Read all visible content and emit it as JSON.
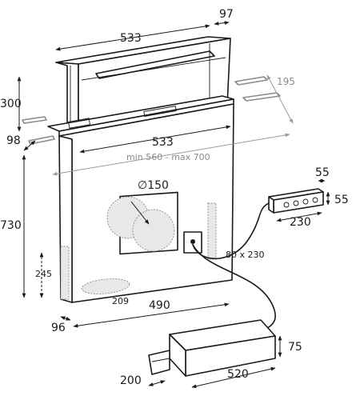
{
  "dimensions": {
    "top_width": "533",
    "top_depth": "97",
    "height_300": "300",
    "rail_depth": "195",
    "base_depth": "98",
    "body_width": "533",
    "cabinet_range": "min 560 - max 700",
    "duct_diameter": "∅150",
    "body_height": "730",
    "side_offset": "245",
    "cutout": "80 x 230",
    "bottom_cutout": "209",
    "body_depth": "490",
    "bottom_depth": "96",
    "control_width": "230",
    "control_depth": "55",
    "control_height": "55",
    "motor_height": "75",
    "motor_width": "520",
    "motor_outlet": "200"
  }
}
